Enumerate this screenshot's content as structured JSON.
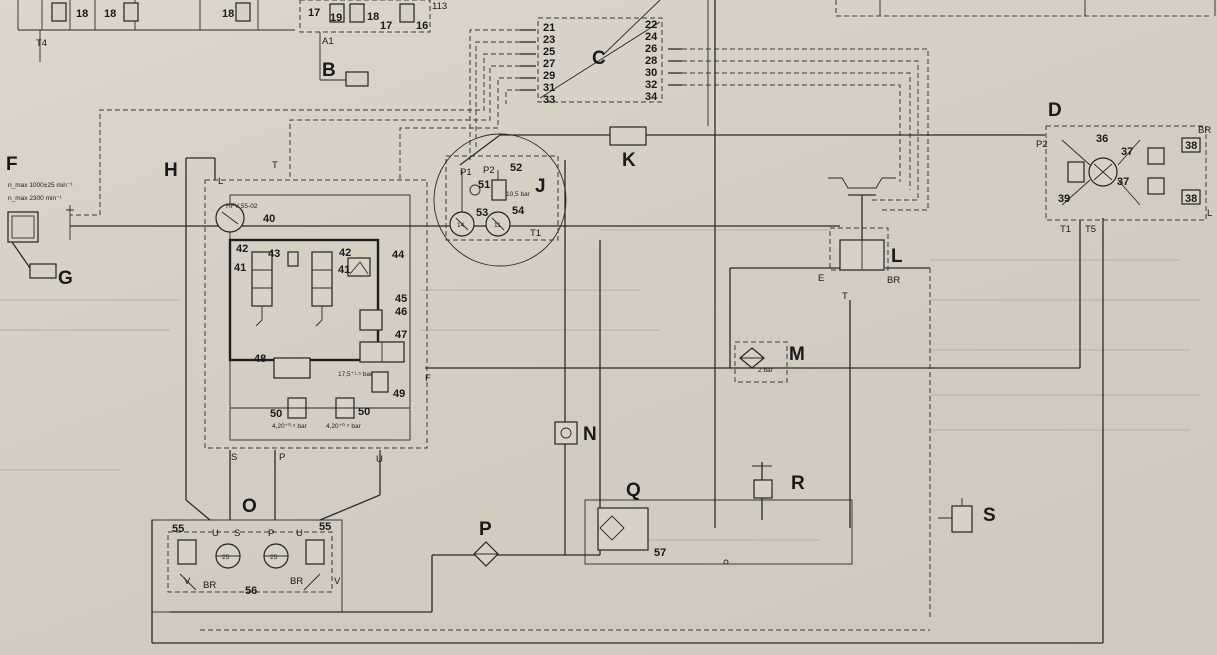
{
  "letters": {
    "B": "B",
    "C": "C",
    "D": "D",
    "F": "F",
    "G": "G",
    "H": "H",
    "J": "J",
    "K": "K",
    "L": "L",
    "M": "M",
    "N": "N",
    "O": "O",
    "P": "P",
    "Q": "Q",
    "R": "R",
    "S": "S"
  },
  "block_c": {
    "left_ports": [
      "21",
      "23",
      "25",
      "27",
      "29",
      "31",
      "33"
    ],
    "right_ports": [
      "22",
      "24",
      "26",
      "28",
      "30",
      "32",
      "34"
    ]
  },
  "numbers": {
    "top_18a": "18",
    "top_18b": "18",
    "top_18c": "18",
    "top_17a": "17",
    "top_19": "19",
    "top_18d": "18",
    "top_17b": "17",
    "top_16": "16",
    "top_113": "113",
    "n40": "40",
    "n42a": "42",
    "n43": "43",
    "n42b": "42",
    "n44": "44",
    "n41a": "41",
    "n41b": "41",
    "n45": "45",
    "n46": "46",
    "n47": "47",
    "n48": "48",
    "n49": "49",
    "n50a": "50",
    "n50b": "50",
    "n51": "51",
    "n52": "52",
    "n53": "53",
    "n54": "54",
    "n36": "36",
    "n37a": "37",
    "n37b": "37",
    "n38a": "38",
    "n38b": "38",
    "n39": "39",
    "n55a": "55",
    "n55b": "55",
    "n56": "56",
    "n57": "57"
  },
  "ports": {
    "T4": "T4",
    "A1": "A1",
    "L_h": "L",
    "T_h": "T",
    "P1": "P1",
    "P2": "P2",
    "T1_j": "T1",
    "P2_d": "P2",
    "T1_d": "T1",
    "T5": "T5",
    "BR_d": "BR",
    "L_d": "L",
    "E": "E",
    "BR_l": "BR",
    "T_l": "T",
    "F_port": "F",
    "S_h": "S",
    "P_h": "P",
    "U_h": "U",
    "U_o1": "U",
    "S_o": "S",
    "P_o": "P",
    "U_o2": "U",
    "V_o1": "V",
    "BR_o1": "BR",
    "BR_o2": "BR",
    "V_o2": "V"
  },
  "texts": {
    "pump_model": "HFV 55-02",
    "motor_speed_1": "n_max 1000±25 min⁻¹",
    "motor_speed_2": "n_max 2300 min⁻¹",
    "press_49": "17,5⁺¹·⁵ bar",
    "press_50a": "4,20⁺⁰·⁵ bar",
    "press_50b": "4,20⁺⁰·⁵ bar",
    "press_m": "2 bar",
    "press_52": "10,5 bar",
    "pump_s": "25",
    "pump_p": "25",
    "pump_53": "14",
    "pump_54": "11"
  }
}
